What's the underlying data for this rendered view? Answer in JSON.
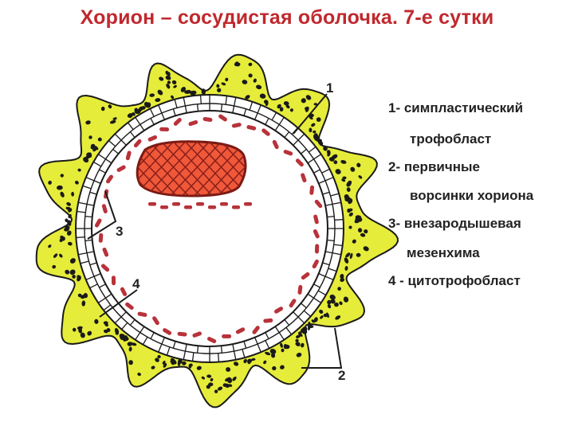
{
  "title": "Хорион – сосудистая оболочка. 7-е сутки",
  "legend": {
    "item1_line1": "1- симпластический",
    "item1_line2": "трофобласт",
    "item2_line1": "2- первичные",
    "item2_line2": "ворсинки хориона",
    "item3_line1": "3- внезародышевая",
    "item3_line2": "мезенхима",
    "item4_line1": "4 - цитотрофобласт"
  },
  "labels": {
    "n1": "1",
    "n2": "2",
    "n3": "3",
    "n4": "4"
  },
  "colors": {
    "title": "#c0282d",
    "syncytio": "#e6ec3a",
    "dots": "#1a1a1a",
    "cytotrophoblast": "#ffffff",
    "mesenchyme": "#b8323a",
    "embryo": "#f0583a",
    "outline": "#1a1a1a"
  }
}
